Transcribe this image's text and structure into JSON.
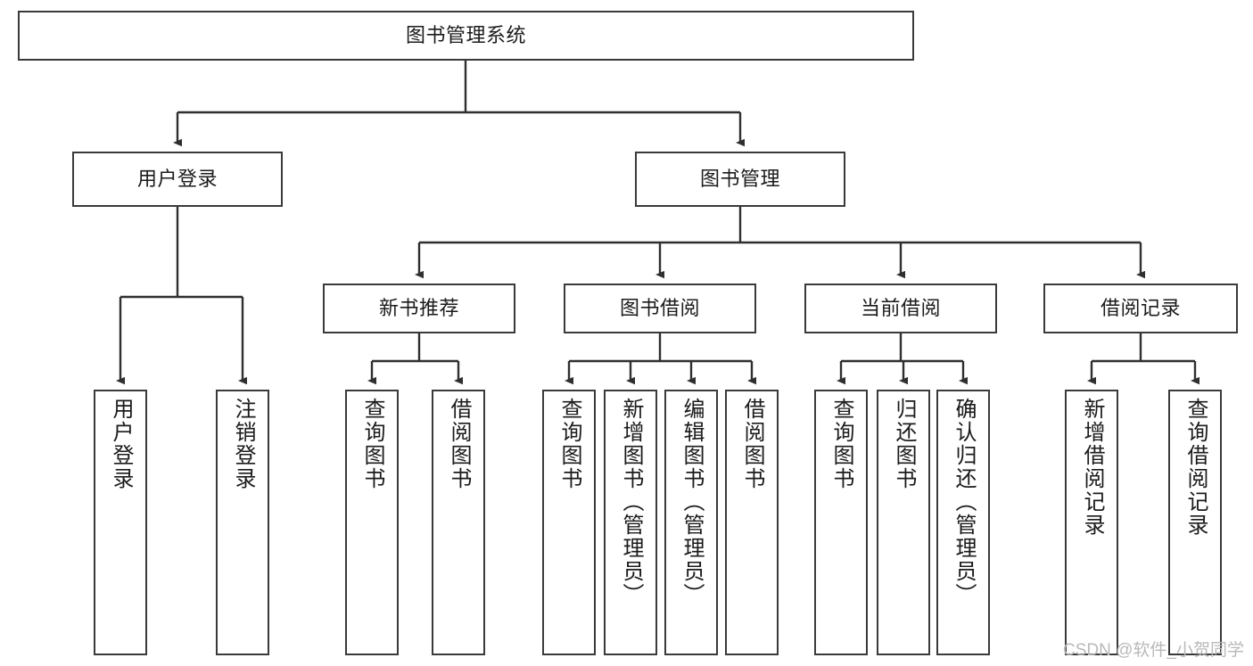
{
  "diagram": {
    "title": "图书管理系统",
    "type": "tree-hierarchy-diagram",
    "colors": {
      "border": "#3a3a3a",
      "fill": "#ffffff",
      "text": "#1b1b1b",
      "edge": "#2f2f2f",
      "watermark": "#b9b9b9"
    },
    "root": {
      "label": "图书管理系统"
    },
    "level2": [
      {
        "label": "用户登录"
      },
      {
        "label": "图书管理"
      }
    ],
    "level3": [
      {
        "label": "新书推荐"
      },
      {
        "label": "图书借阅"
      },
      {
        "label": "当前借阅"
      },
      {
        "label": "借阅记录"
      }
    ],
    "leaves_user_login": [
      {
        "label": "用户登录"
      },
      {
        "label": "注销登录"
      }
    ],
    "leaves_new_books": [
      {
        "label": "查询图书"
      },
      {
        "label": "借阅图书"
      }
    ],
    "leaves_borrow": [
      {
        "label": "查询图书"
      },
      {
        "label": "新增图书（管理员）"
      },
      {
        "label": "编辑图书（管理员）"
      },
      {
        "label": "借阅图书"
      }
    ],
    "leaves_current": [
      {
        "label": "查询图书"
      },
      {
        "label": "归还图书"
      },
      {
        "label": "确认归还（管理员）"
      }
    ],
    "leaves_records": [
      {
        "label": "新增借阅记录"
      },
      {
        "label": "查询借阅记录"
      }
    ]
  },
  "watermark": {
    "text": "CSDN @软件_小贺同学"
  }
}
